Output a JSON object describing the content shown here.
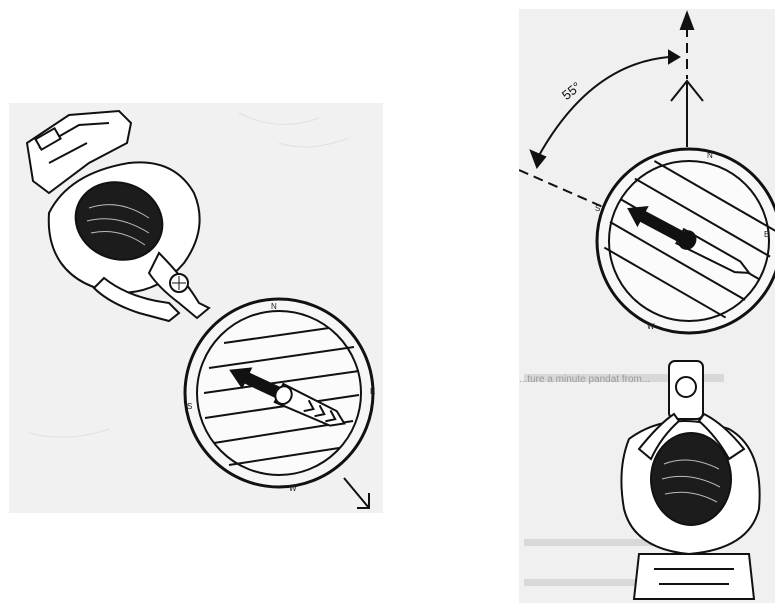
{
  "left_figure": {
    "compass_letters": {
      "n": "N",
      "e": "E",
      "s": "S",
      "w": "W"
    }
  },
  "right_figure": {
    "angle_label": "55°",
    "compass_letters": {
      "n": "N",
      "e": "E",
      "s": "S",
      "w": "W"
    },
    "background_text_fragment": "...ture a minute pandat from..."
  }
}
